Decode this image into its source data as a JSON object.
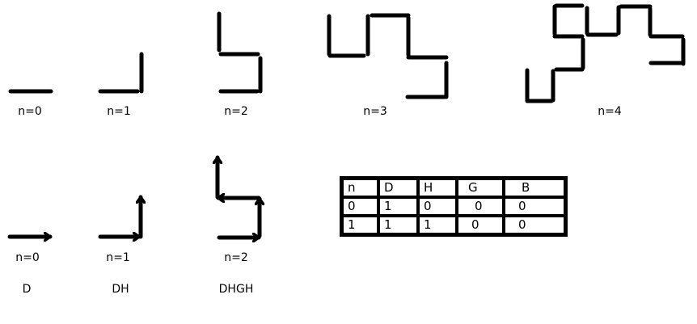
{
  "top_labels": [
    "n=0",
    "n=1",
    "n=2",
    "n=3",
    "n=4"
  ],
  "arrow_labels": [
    "n=0",
    "n=1",
    "n=2"
  ],
  "words": [
    "D",
    "DH",
    "DHGH"
  ],
  "table": {
    "header": [
      "n",
      "D",
      "H",
      "G",
      "B"
    ],
    "rows": [
      [
        "0",
        "1",
        "0",
        "0",
        "0"
      ],
      [
        "1",
        "1",
        "1",
        "0",
        "0"
      ]
    ]
  }
}
